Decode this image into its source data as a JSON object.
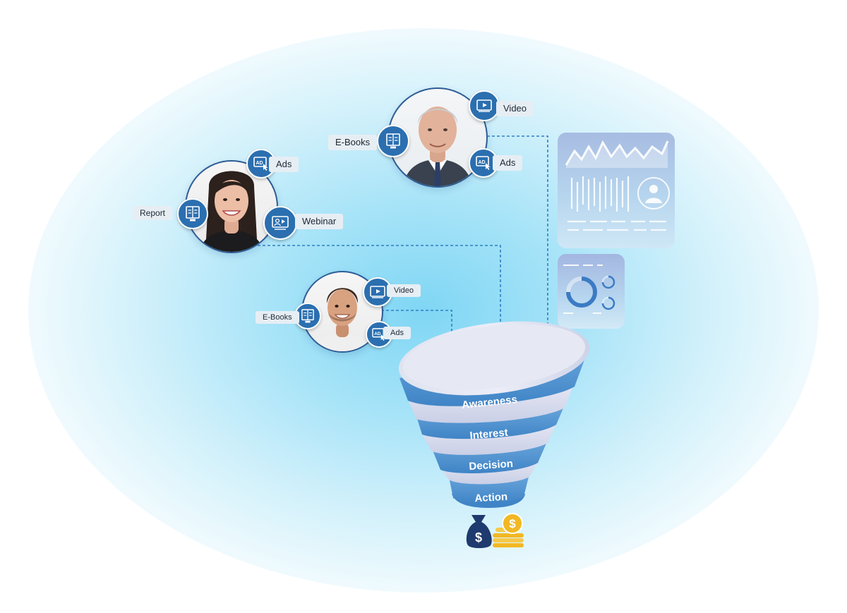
{
  "people": [
    {
      "name": "senior-man",
      "channels": [
        "Video",
        "E-Books",
        "Ads"
      ]
    },
    {
      "name": "woman",
      "channels": [
        "Ads",
        "Report",
        "Webinar"
      ]
    },
    {
      "name": "young-man",
      "channels": [
        "Video",
        "E-Books",
        "Ads"
      ]
    }
  ],
  "funnel": {
    "stages": [
      "Awareness",
      "Interest",
      "Decision",
      "Action"
    ]
  },
  "icons": {
    "channel_video": "video-icon",
    "channel_ebook": "ebook-icon",
    "channel_ads": "ad-click-icon",
    "channel_report": "report-icon",
    "channel_webinar": "webinar-icon",
    "revenue": "money-bag-and-coins-icon"
  },
  "colors": {
    "accent": "#2b6fb0",
    "funnel_band": "#5193d0",
    "dashed_connector": "#2f7fc4",
    "coin": "#f2b824",
    "glow": "#7fd6f4"
  }
}
